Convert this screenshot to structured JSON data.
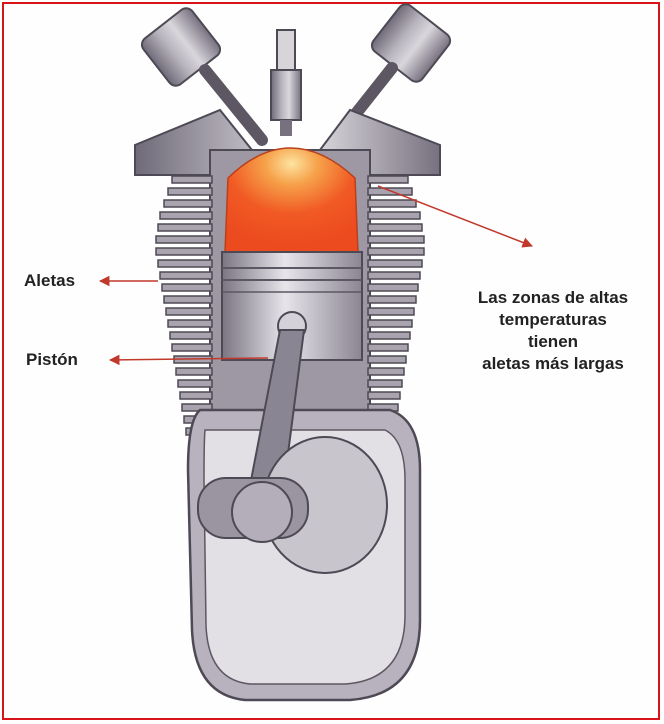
{
  "labels": {
    "aletas": "Aletas",
    "piston": "Pistón"
  },
  "note": {
    "lines": [
      "Las zonas de altas",
      "temperaturas",
      "tienen",
      "aletas más largas"
    ]
  },
  "colors": {
    "border": "#d8141a",
    "arrow": "#c0392b",
    "hot_zone": "#f15a24",
    "metal": "#8e8a95"
  }
}
